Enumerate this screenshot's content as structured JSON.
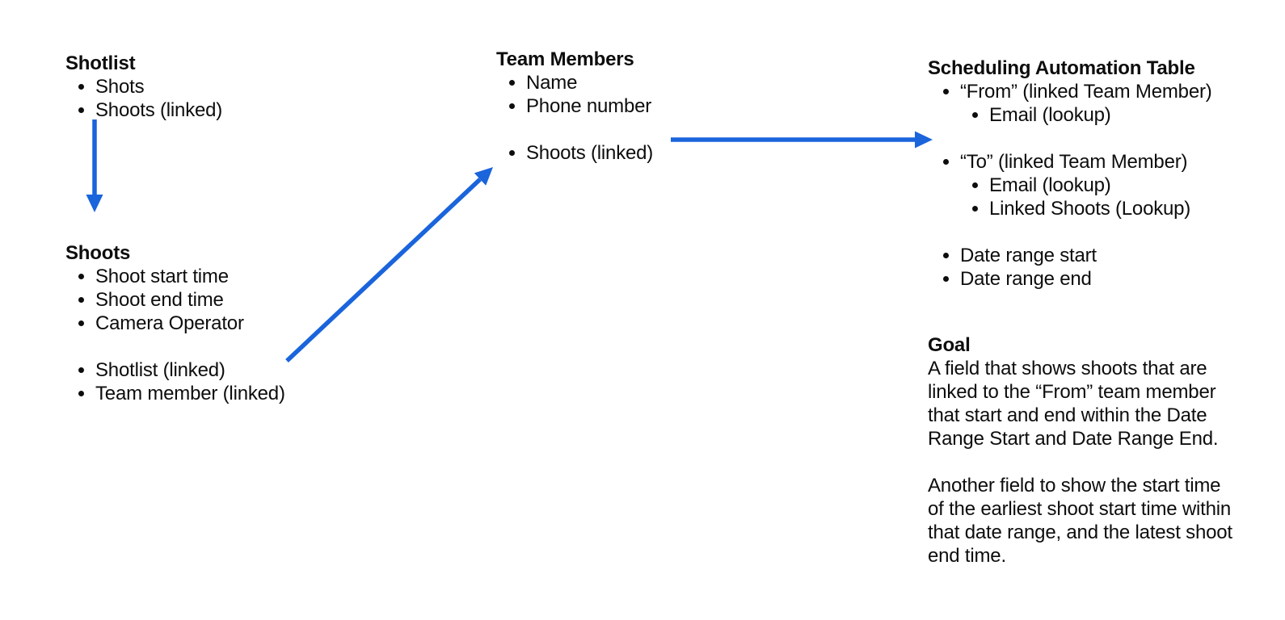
{
  "colors": {
    "arrow": "#1A64DC",
    "text": "#0d0d0d",
    "background": "#ffffff"
  },
  "blocks": {
    "shotlist": {
      "title": "Shotlist",
      "items": [
        "Shots",
        "Shoots (linked)"
      ]
    },
    "shoots": {
      "title": "Shoots",
      "fields": [
        "Shoot start time",
        "Shoot end time",
        "Camera Operator"
      ],
      "links": [
        "Shotlist (linked)",
        "Team member (linked)"
      ]
    },
    "team_members": {
      "title": "Team Members",
      "fields": [
        "Name",
        "Phone number"
      ],
      "links": [
        "Shoots (linked)"
      ]
    },
    "scheduling": {
      "title": "Scheduling Automation Table",
      "from_label": "“From” (linked Team Member)",
      "from_sub": [
        "Email (lookup)"
      ],
      "to_label": "“To” (linked Team Member)",
      "to_sub": [
        "Email (lookup)",
        "Linked Shoots (Lookup)"
      ],
      "range_items": [
        "Date range start",
        "Date range end"
      ]
    },
    "goal": {
      "title": "Goal",
      "paragraph1_lines": [
        "A field that shows shoots that are",
        "linked to the “From” team member",
        "that start and end within the Date",
        "Range Start and Date Range End."
      ],
      "paragraph2_lines": [
        "Another field to show the start time",
        "of the earliest shoot start time within",
        "that date range, and the latest shoot",
        "end time."
      ]
    }
  },
  "arrows": [
    {
      "name": "shotlist-to-shoots",
      "direction": "down"
    },
    {
      "name": "shoots-to-team-members",
      "direction": "up-right"
    },
    {
      "name": "team-members-to-scheduling",
      "direction": "right"
    }
  ]
}
